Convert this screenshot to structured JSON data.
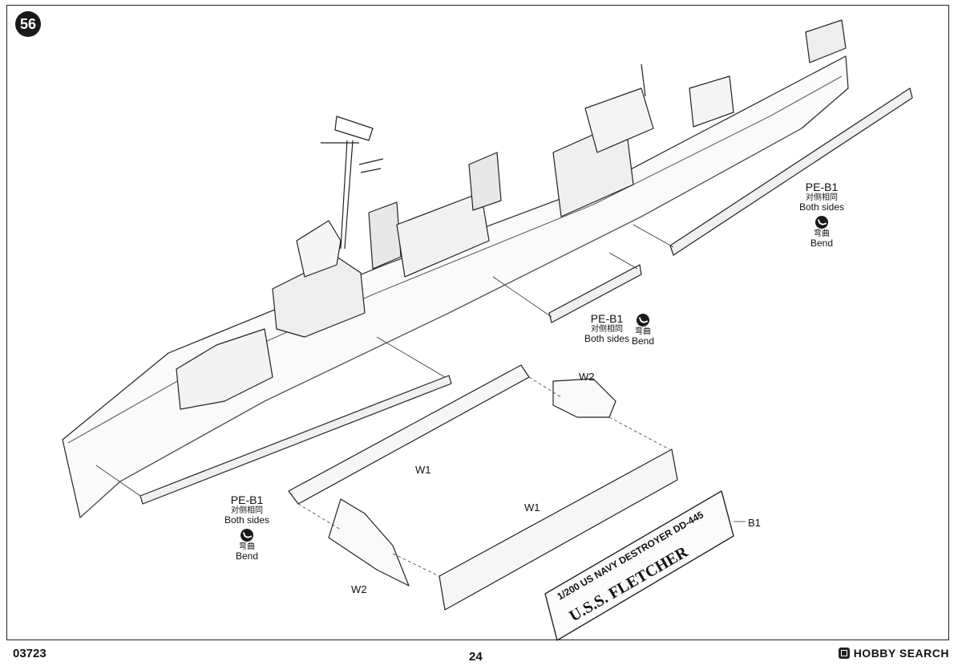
{
  "step_number": "56",
  "callouts": [
    {
      "code": "PE-B1",
      "cn": "对侧相同",
      "en": "Both sides",
      "bend_cn": "弯曲",
      "bend_en": "Bend"
    },
    {
      "code": "PE-B1",
      "cn": "对侧相同",
      "en": "Both sides",
      "bend_cn": "弯曲",
      "bend_en": "Bend"
    },
    {
      "code": "PE-B1",
      "cn": "对侧相同",
      "en": "Both sides",
      "bend_cn": "弯曲",
      "bend_en": "Bend"
    }
  ],
  "parts": {
    "w1_upper": "W1",
    "w1_lower": "W1",
    "w2_upper": "W2",
    "w2_lower": "W2",
    "b1": "B1"
  },
  "nameplate": {
    "line1": "1/200 US NAVY DESTROYER DD-445",
    "line2": "U.S.S. FLETCHER"
  },
  "footer": {
    "kit_number": "03723",
    "page_number": "24",
    "watermark": "HOBBY SEARCH"
  }
}
